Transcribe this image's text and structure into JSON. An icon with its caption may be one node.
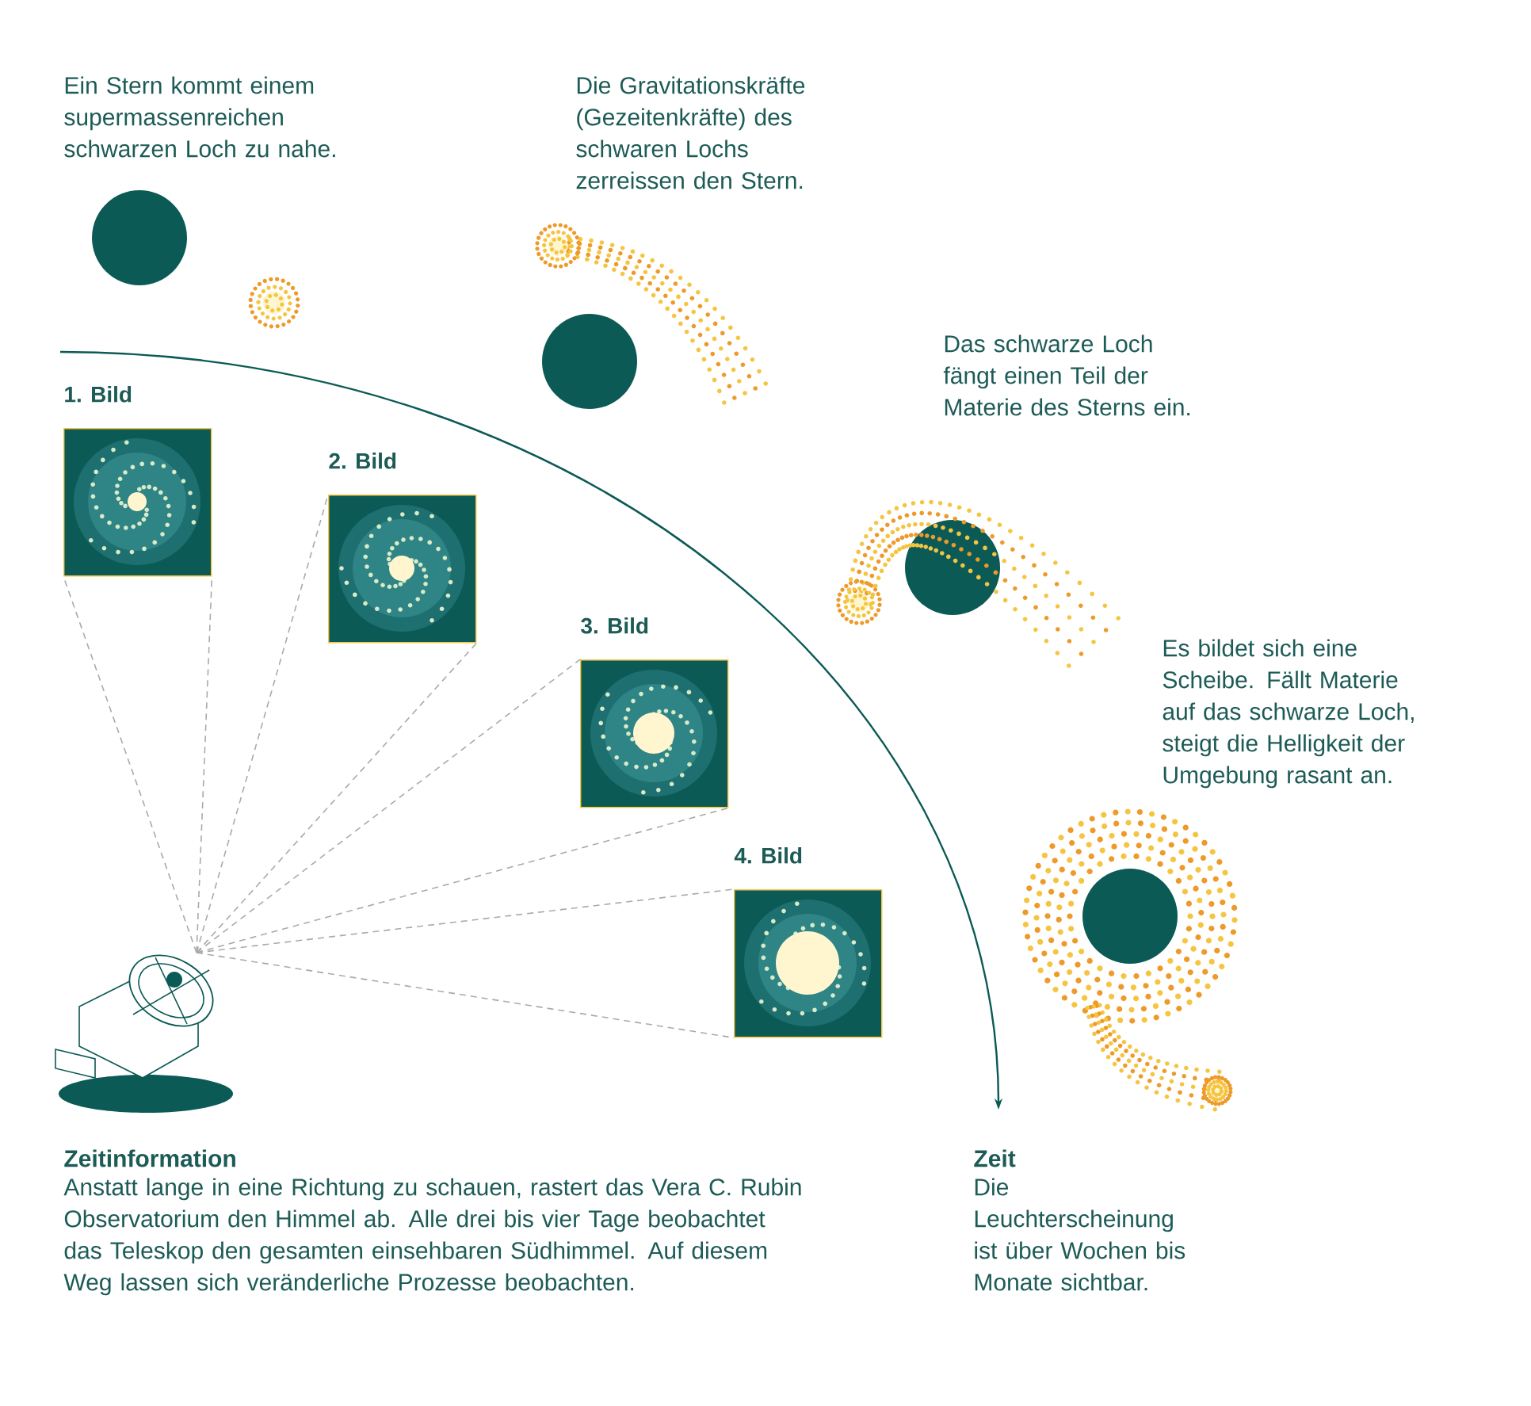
{
  "diagram": {
    "nodes": [
      {
        "text": [],
        "shape": "picture"
      },
      {
        "text": [
          "1. Bild"
        ]
      },
      {
        "text": [
          "2. Bild"
        ]
      },
      {
        "text": [
          "3. Bild"
        ]
      },
      {
        "text": [
          "4. Bild"
        ]
      }
    ],
    "edges": [
      {
        "from": 0,
        "to": 1,
        "arrow": "none",
        "style": "dashed"
      },
      {
        "from": 0,
        "to": 1,
        "arrow": "none",
        "style": "dashed"
      },
      {
        "from": 0,
        "to": 2,
        "arrow": "none",
        "style": "dashed"
      },
      {
        "from": 0,
        "to": 2,
        "arrow": "none",
        "style": "dashed"
      },
      {
        "from": 0,
        "to": 3,
        "arrow": "none",
        "style": "dashed"
      },
      {
        "from": 0,
        "to": 3,
        "arrow": "none",
        "style": "dashed"
      },
      {
        "from": 0,
        "to": 4,
        "arrow": "none",
        "style": "dashed"
      },
      {
        "from": 0,
        "to": 4,
        "arrow": "none",
        "style": "dashed"
      }
    ],
    "labels": [
      "Ein Stern kommt einem supermassenreichen schwarzen Loch zu nahe.",
      "Die Gravitationskräfte (Gezeitenkräfte) des schwaren Lochs zerreissen den Stern.",
      "Das schwarze Loch fängt einen Teil der Materie des Sterns ein.",
      "Es bildet sich eine Scheibe. Fällt Materie auf das schwarze Loch, steigt die Helligkeit der Umgebung rasant an.",
      "Zeitinformation",
      "Anstatt lange in eine Richtung zu schauen, rastert das Vera C. Rubin Observatorium den Himmel ab. Alle drei bis vier Tage beobachtet das Teleskop den gesamten einsehbaren Südhimmel. Auf diesem Weg lassen sich veränderliche Prozesse beobachten.",
      "Zeit",
      "Die Leuchterscheinung ist über Wochen bis Monate sichtbar."
    ]
  }
}
